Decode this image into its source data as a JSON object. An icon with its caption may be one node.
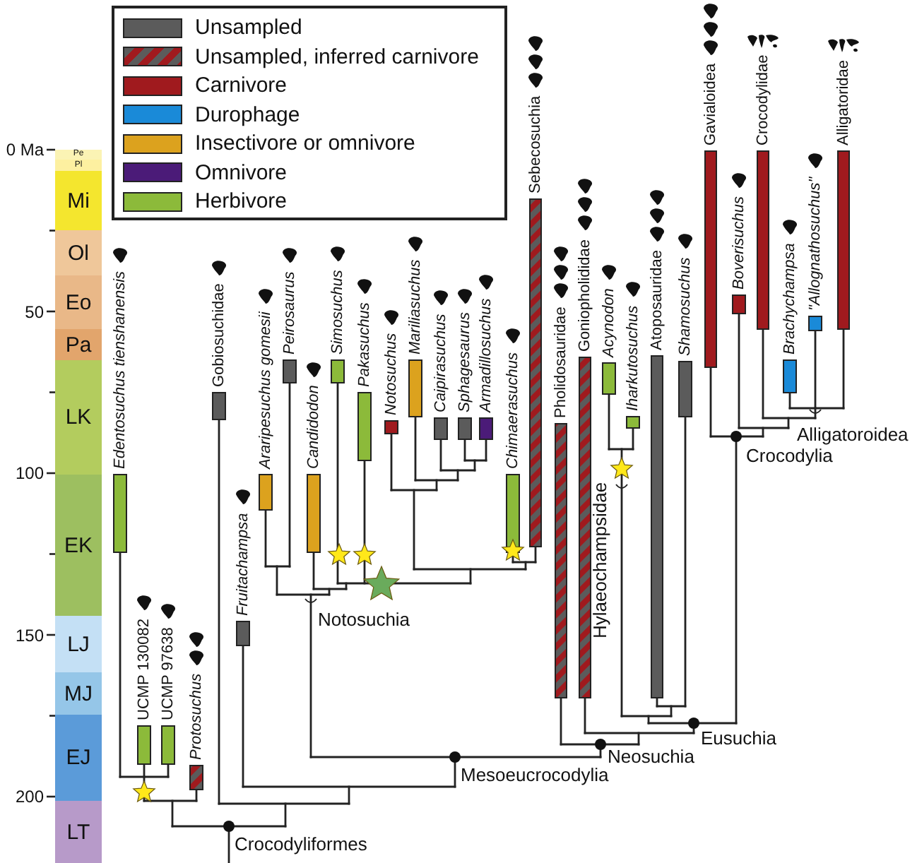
{
  "diagram": {
    "labels": [
      "0 Ma",
      "50",
      "100",
      "150",
      "200",
      "Pe",
      "Pl",
      "Mi",
      "Ol",
      "Eo",
      "Pa",
      "LK",
      "EK",
      "LJ",
      "MJ",
      "EJ",
      "LT",
      "Edentosuchus tienshanensis",
      "UCMP 130082",
      "UCMP 97638",
      "Protosuchus",
      "Gobiosuchidae",
      "Fruitachampsa",
      "Araripesuchus gomesii",
      "Peirosaurus",
      "Candidodon",
      "Simosuchus",
      "Pakasuchus",
      "Notosuchus",
      "Mariliasuchus",
      "Caipirasuchus",
      "Sphagesaurus",
      "Armadillosuchus",
      "Chimaerasuchus",
      "Sebecosuchia",
      "Pholidosauridae",
      "Goniopholididae",
      "Acynodon",
      "Iharkutosuchus",
      "Atoposauridae",
      "Shamosuchus",
      "Gavialoidea",
      "Boverisuchus",
      "Crocodylidae",
      "Brachychampsa",
      "\"Allognathosuchus\"",
      "Alligatoridae",
      "Crocodyliformes",
      "Mesoeucrocodylia",
      "Notosuchia",
      "Neosuchia",
      "Eusuchia",
      "Crocodylia",
      "Alligatoroidea",
      "Hylaeochampsidae"
    ],
    "legend": [
      {
        "text": "Unsampled",
        "color": "#5b5b5b"
      },
      {
        "text": "Unsampled, inferred carnivore"
      },
      {
        "text": "Carnivore",
        "color": "#a01a1e"
      },
      {
        "text": "Durophage",
        "color": "#1a8ad8"
      },
      {
        "text": "Insectivore or omnivore",
        "color": "#dca21e"
      },
      {
        "text": "Omnivore",
        "color": "#4b1b78"
      },
      {
        "text": "Herbivore",
        "color": "#8cba3a"
      }
    ]
  }
}
